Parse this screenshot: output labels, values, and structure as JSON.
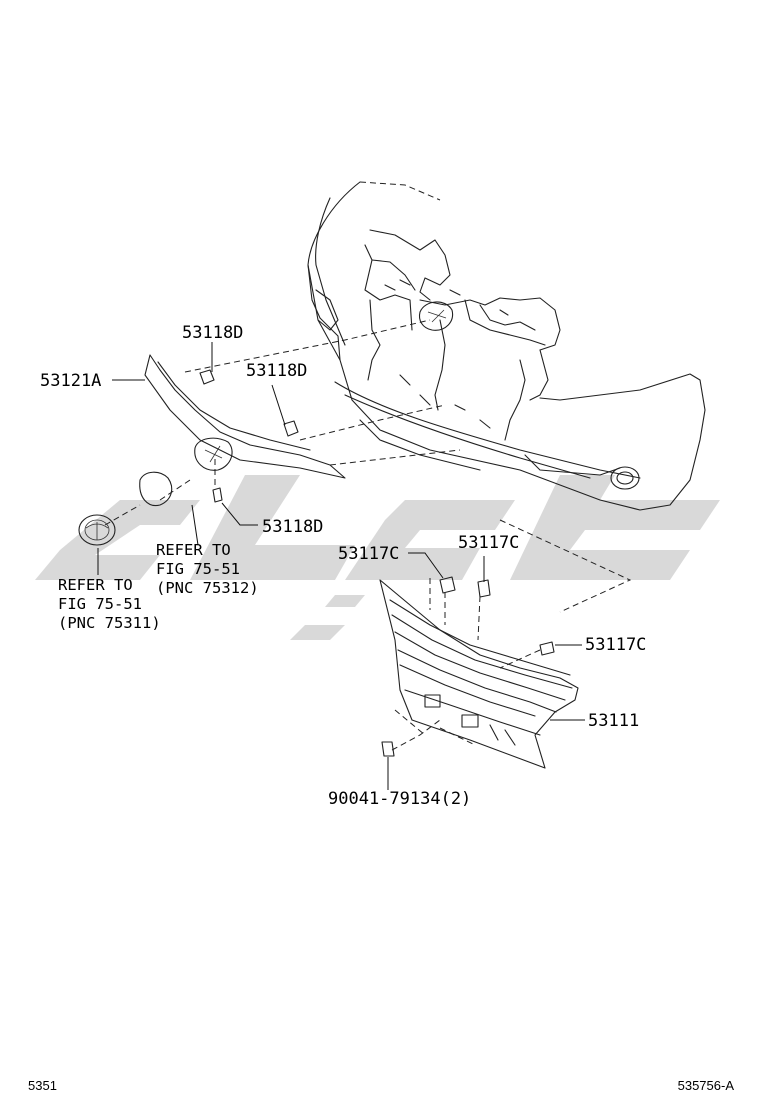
{
  "callouts": {
    "p53121A": "53121A",
    "p53118D_a": "53118D",
    "p53118D_b": "53118D",
    "p53118D_c": "53118D",
    "p53117C_a": "53117C",
    "p53117C_b": "53117C",
    "p53117C_c": "53117C",
    "p53111": "53111",
    "p90041": "90041-79134(2)"
  },
  "refs": {
    "emblem_back": {
      "line1": "REFER TO",
      "line2": "FIG 75-51",
      "line3": "(PNC 75312)"
    },
    "emblem_front": {
      "line1": "REFER TO",
      "line2": "FIG 75-51",
      "line3": "(PNC 75311)"
    }
  },
  "footer": {
    "left": "5351",
    "right": "535756-A"
  }
}
